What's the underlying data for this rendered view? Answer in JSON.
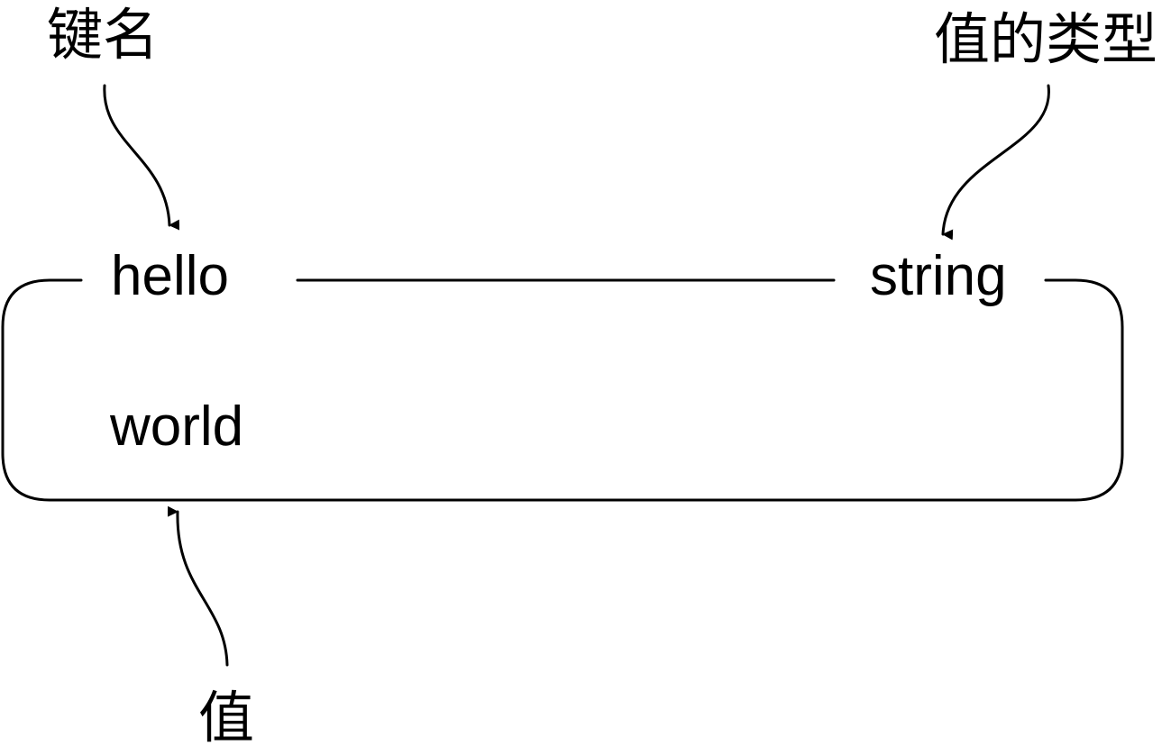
{
  "annotations": {
    "key_name": "键名",
    "value_type": "值的类型",
    "value": "值"
  },
  "record": {
    "key": "hello",
    "type": "string",
    "value": "world"
  },
  "colors": {
    "ink": "#000000",
    "background": "#ffffff"
  }
}
